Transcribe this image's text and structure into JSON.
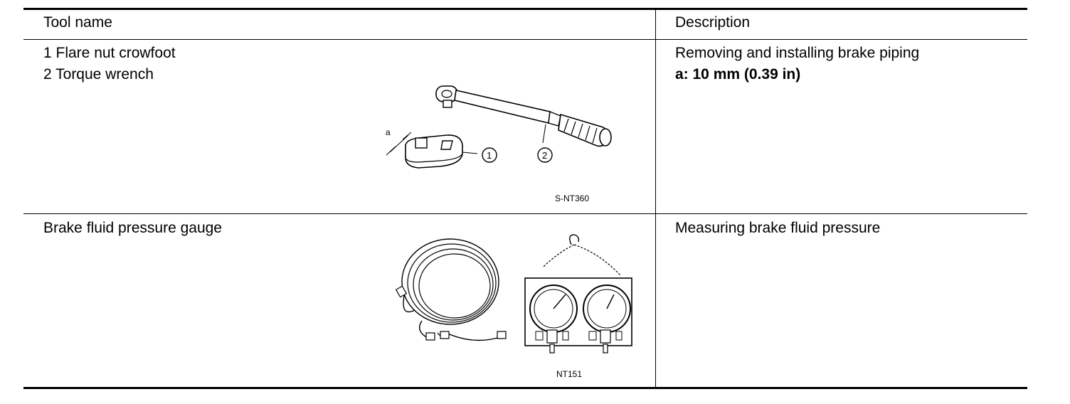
{
  "table": {
    "headers": {
      "tool_name": "Tool name",
      "description": "Description"
    },
    "rows": [
      {
        "tool_lines": [
          "1 Flare nut crowfoot",
          "2 Torque wrench"
        ],
        "description": "Removing and installing brake piping",
        "spec": "a: 10 mm (0.39 in)",
        "figure": {
          "code": "S-NT360",
          "callouts": [
            "1",
            "2"
          ],
          "dimension_label": "a",
          "icons": [
            "flare-nut-crowfoot-icon",
            "torque-wrench-icon"
          ]
        }
      },
      {
        "tool_lines": [
          "Brake fluid pressure gauge"
        ],
        "description": "Measuring brake fluid pressure",
        "figure": {
          "code": "NT151",
          "icons": [
            "pressure-gauge-set-icon"
          ]
        }
      }
    ]
  }
}
